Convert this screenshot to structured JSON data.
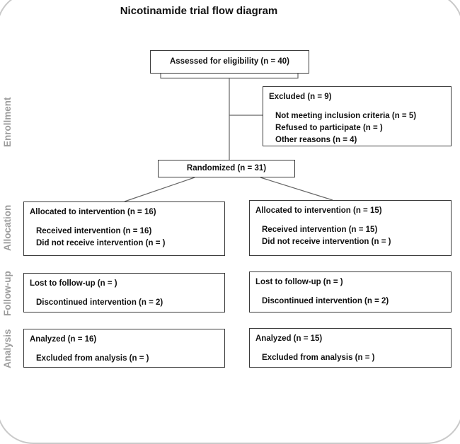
{
  "title": "Nicotinamide trial flow diagram",
  "sections": [
    "Enrollment",
    "Allocation",
    "Follow-up",
    "Analysis"
  ],
  "boxes": {
    "assessed": {
      "text": "Assessed for eligibility (n = 40)"
    },
    "excluded": {
      "header": "Excluded (n = 9)",
      "items": [
        "Not meeting inclusion criteria (n = 5)",
        "Refused to participate (n = )",
        "Other reasons (n = 4)"
      ]
    },
    "randomized": {
      "text": "Randomized (n = 31)"
    },
    "allocation_left": {
      "header": "Allocated to intervention (n = 16)",
      "items": [
        "Received intervention (n = 16)",
        "Did not receive intervention (n = )"
      ]
    },
    "allocation_right": {
      "header": "Allocated to intervention (n = 15)",
      "items": [
        "Received intervention (n = 15)",
        "Did not receive intervention (n = )"
      ]
    },
    "followup_left": {
      "header": "Lost to follow-up (n = )",
      "items": [
        "Discontinued intervention (n = 2)"
      ]
    },
    "followup_right": {
      "header": "Lost to follow-up (n = )",
      "items": [
        "Discontinued intervention (n = 2)"
      ]
    },
    "analysis_left": {
      "header": "Analyzed (n = 16)",
      "items": [
        "Excluded from analysis (n = )"
      ]
    },
    "analysis_right": {
      "header": "Analyzed (n = 15)",
      "items": [
        "Excluded from analysis (n = )"
      ]
    }
  },
  "colors": {
    "box_border": "#3a3a3a",
    "connector": "#666666",
    "section_label": "#9c9c9c",
    "frame_border": "#c9c9c9",
    "text": "#111111"
  }
}
